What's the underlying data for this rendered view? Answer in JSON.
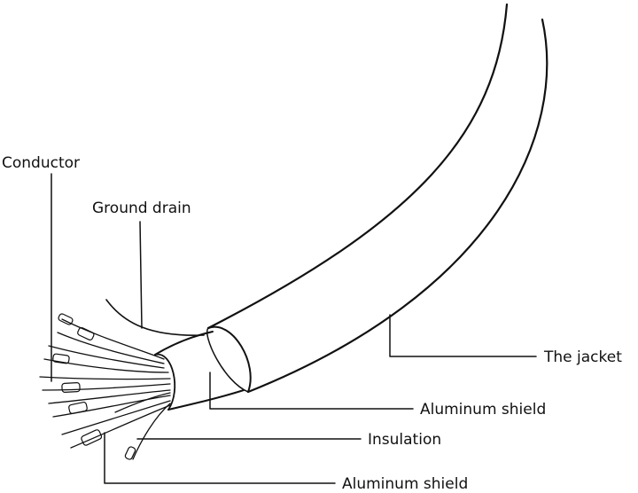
{
  "labels": {
    "conductor": "Conductor",
    "ground_drain": "Ground drain",
    "jacket": "The jacket",
    "aluminum_shield_outer": "Aluminum shield",
    "insulation": "Insulation",
    "aluminum_shield_inner": "Aluminum shield"
  },
  "colors": {
    "line": "#111111",
    "fill": "#ffffff"
  }
}
